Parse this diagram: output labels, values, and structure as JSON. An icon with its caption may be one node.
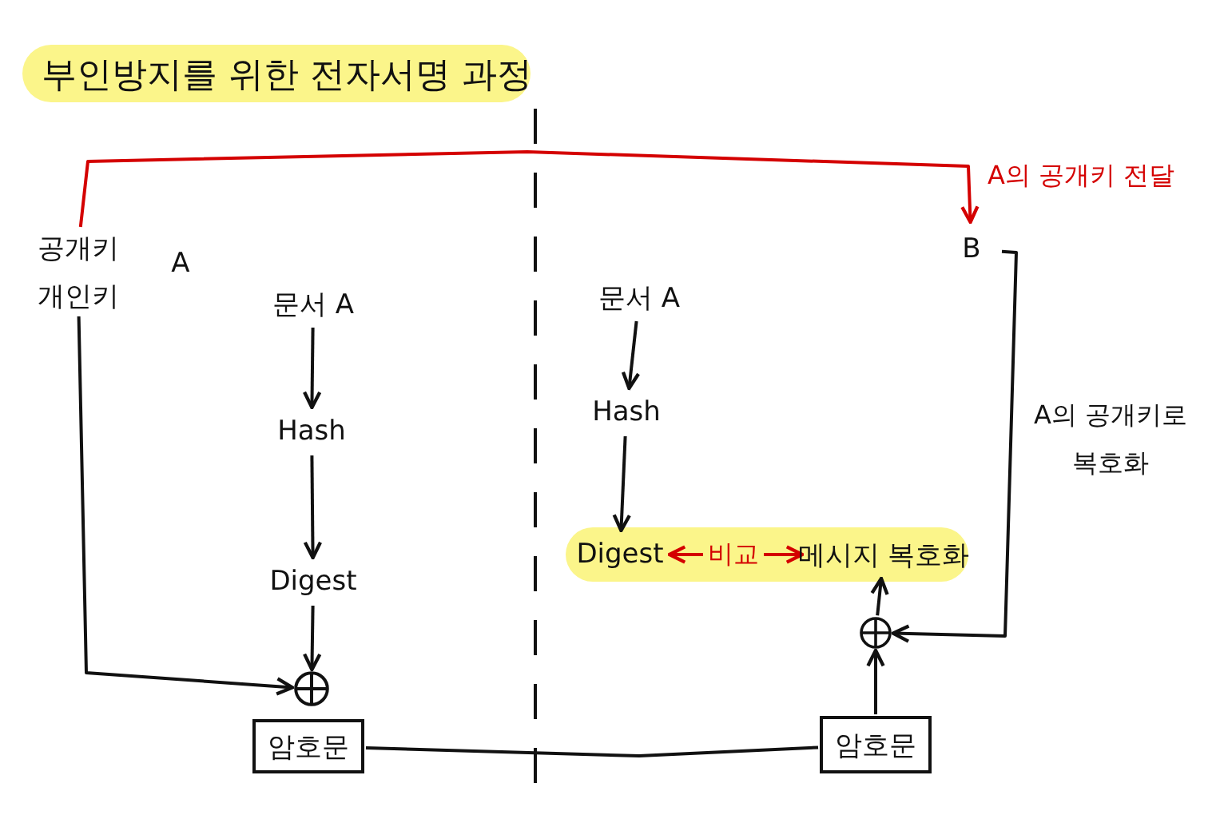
{
  "diagram": {
    "title": "부인방지를 위한 전자서명 과정",
    "nodes": [
      {
        "text": [
          "공개키"
        ]
      },
      {
        "text": [
          "개인키"
        ]
      },
      {
        "text": [
          "A"
        ]
      },
      {
        "text": [
          "문서 A"
        ]
      },
      {
        "text": [
          "Hash"
        ]
      },
      {
        "text": [
          "Digest"
        ]
      },
      {
        "text": [],
        "shape": "circle"
      },
      {
        "text": [
          "암호문"
        ]
      },
      {
        "text": [
          "B"
        ]
      },
      {
        "text": [
          "문서 A"
        ]
      },
      {
        "text": [
          "Hash"
        ]
      },
      {
        "text": [
          "Digest"
        ]
      },
      {
        "text": [
          "메시지 복호화"
        ]
      },
      {
        "text": [],
        "shape": "circle"
      },
      {
        "text": [
          "암호문"
        ]
      }
    ],
    "edges": [
      {
        "from": 0,
        "to": 8,
        "arrow": "to",
        "label": "A의 공개키 전달",
        "color": "#d40000"
      },
      {
        "from": 3,
        "to": 4,
        "arrow": "to"
      },
      {
        "from": 4,
        "to": 5,
        "arrow": "to"
      },
      {
        "from": 5,
        "to": 6,
        "arrow": "to"
      },
      {
        "from": 1,
        "to": 6,
        "arrow": "to"
      },
      {
        "from": 7,
        "to": 14,
        "arrow": "none"
      },
      {
        "from": 14,
        "to": 13,
        "arrow": "to"
      },
      {
        "from": 13,
        "to": 12,
        "arrow": "to"
      },
      {
        "from": 8,
        "to": 13,
        "arrow": "to",
        "label": "A의 공개키로 복호화"
      },
      {
        "from": 9,
        "to": 10,
        "arrow": "to"
      },
      {
        "from": 10,
        "to": 11,
        "arrow": "to"
      },
      {
        "from": 11,
        "to": 12,
        "arrow": "both",
        "label": "비교",
        "color": "#d40000"
      }
    ]
  }
}
